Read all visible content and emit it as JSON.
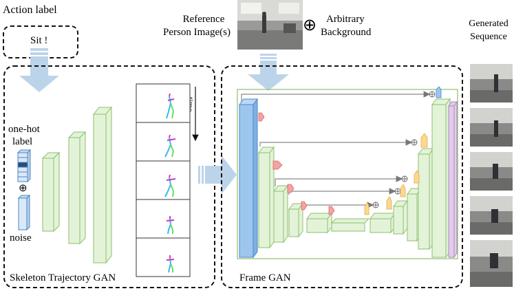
{
  "labels": {
    "action_label": "Action label",
    "action_value": "Sit !",
    "reference_line1": "Reference",
    "reference_line2": "Person Image(s)",
    "background_line1": "Arbitrary",
    "background_line2": "Background",
    "generated_line1": "Generated",
    "generated_line2": "Sequence",
    "onehot_line1": "one-hot",
    "onehot_line2": "label",
    "noise": "noise",
    "time": "time",
    "oplus": "⊕",
    "skeleton_gan": "Skeleton Trajectory GAN",
    "frame_gan": "Frame GAN"
  },
  "colors": {
    "arrow_fill": "#bcd4ea",
    "green_fill": "#e3f3d8",
    "green_stroke": "#8cbf6e",
    "blue_fill": "#9dc6ee",
    "blue_stroke": "#4a86c8",
    "purple_fill": "#e2cce9",
    "purple_stroke": "#a98ac0",
    "red_pentagon": "#f2a3a3",
    "orange_pentagon": "#fbd98f",
    "skip_arrow": "#888888"
  },
  "icons": {
    "plus_circle": "circled-plus-icon",
    "skeleton_frames": "skeleton-frame-icon",
    "photo_frames": "photo-frame-icon"
  },
  "skeleton_frames": 5,
  "generated_frames": 5
}
